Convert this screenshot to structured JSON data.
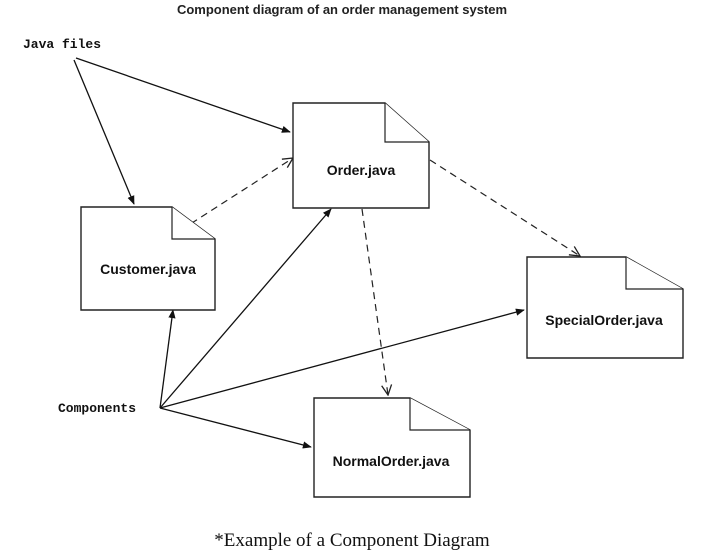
{
  "title": "Component diagram of an order management system",
  "caption": "*Example of a Component Diagram",
  "labels": {
    "java_files": "Java files",
    "components": "Components"
  },
  "files": {
    "order": "Order.java",
    "customer": "Customer.java",
    "special_order": "SpecialOrder.java",
    "normal_order": "NormalOrder.java"
  },
  "relationships": [
    {
      "from": "Java files",
      "to": "Order.java",
      "style": "solid"
    },
    {
      "from": "Java files",
      "to": "Customer.java",
      "style": "solid"
    },
    {
      "from": "Customer.java",
      "to": "Order.java",
      "style": "dashed"
    },
    {
      "from": "Order.java",
      "to": "SpecialOrder.java",
      "style": "dashed"
    },
    {
      "from": "Order.java",
      "to": "NormalOrder.java",
      "style": "dashed"
    },
    {
      "from": "Components",
      "to": "Customer.java",
      "style": "solid"
    },
    {
      "from": "Components",
      "to": "Order.java",
      "style": "solid"
    },
    {
      "from": "Components",
      "to": "SpecialOrder.java",
      "style": "solid"
    },
    {
      "from": "Components",
      "to": "NormalOrder.java",
      "style": "solid"
    }
  ]
}
